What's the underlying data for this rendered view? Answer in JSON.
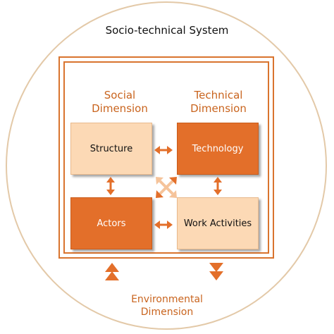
{
  "diagram": {
    "title": "Socio-technical System",
    "social_dimension": "Social\nDimension",
    "technical_dimension": "Technical\nDimension",
    "environmental_dimension": "Environmental\nDimension",
    "boxes": {
      "structure": "Structure",
      "technology": "Technology",
      "actors": "Actors",
      "work_activities": "Work Activities"
    }
  },
  "colors": {
    "accent": "#e36f2a",
    "light_fill": "#fcd9b5",
    "label_text": "#c9641e",
    "circle": "#e3c9a8"
  }
}
